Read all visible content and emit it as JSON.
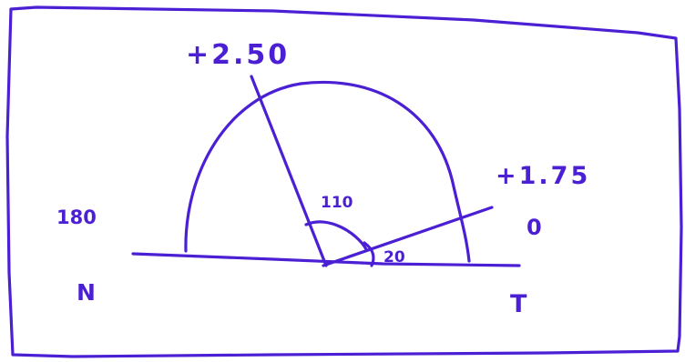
{
  "diagram": {
    "ink_color": "#4b1fd4",
    "labels": {
      "upper_ray_power": "+2.50",
      "lower_ray_power": "+1.75",
      "angle_large": "110",
      "angle_small": "20",
      "left_axis_value": "180",
      "left_eye_letter": "N",
      "right_axis_value": "0",
      "right_eye_letter": "T"
    }
  }
}
